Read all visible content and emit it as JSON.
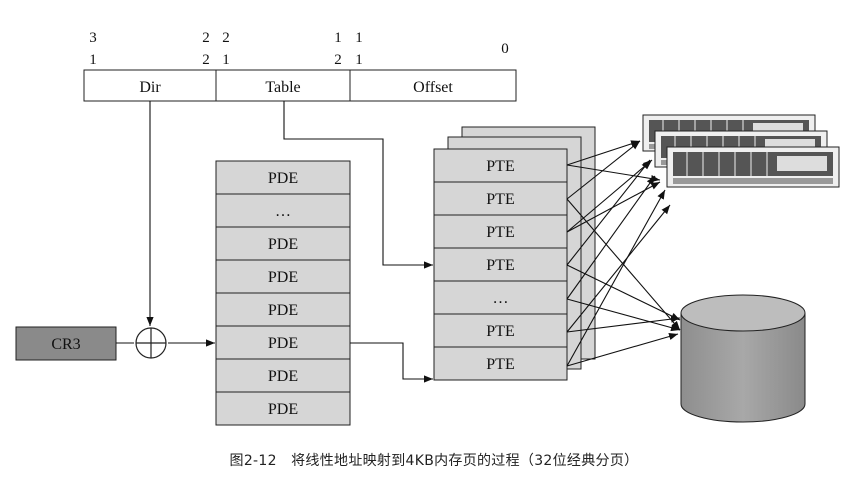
{
  "address": {
    "bit_labels": {
      "b31_top": "3",
      "b31_bottom": "1",
      "b22_top": "2",
      "b22_bottom": "2",
      "b21_top": "2",
      "b21_bottom": "1",
      "b12_top": "1",
      "b12_bottom": "2",
      "b11_top": "1",
      "b11_bottom": "1",
      "b0": "0"
    },
    "fields": [
      "Dir",
      "Table",
      "Offset"
    ]
  },
  "cr3_label": "CR3",
  "page_directory": [
    "PDE",
    "…",
    "PDE",
    "PDE",
    "PDE",
    "PDE",
    "PDE",
    "PDE"
  ],
  "page_table": [
    "PTE",
    "PTE",
    "PTE",
    "PTE",
    "…",
    "PTE",
    "PTE"
  ],
  "caption": "图2-12　将线性地址映射到4KB内存页的过程（32位经典分页）"
}
